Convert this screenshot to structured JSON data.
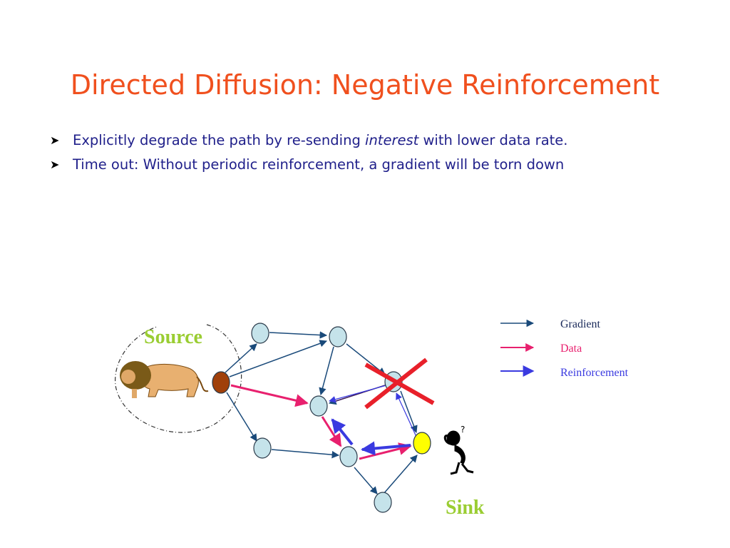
{
  "slide": {
    "title": "Directed Diffusion: Negative Reinforcement",
    "bullets": [
      {
        "prefix": "Explicitly degrade the path by re-sending ",
        "emphasis": "interest",
        "suffix": " with lower data rate."
      },
      {
        "prefix": "Time out: Without periodic reinforcement, a gradient will be torn down",
        "emphasis": "",
        "suffix": ""
      }
    ],
    "bullet_icon": "arrowhead-bullet-icon"
  },
  "diagram": {
    "source_label": "Source",
    "sink_label": "Sink",
    "label_color": "#9acd32",
    "legend": [
      {
        "key": "gradient",
        "label": "Gradient",
        "color": "#1a4a7a"
      },
      {
        "key": "data",
        "label": "Data",
        "color": "#e8206e"
      },
      {
        "key": "reinforcement",
        "label": "Reinforcement",
        "color": "#3a3ae0"
      }
    ],
    "colors": {
      "node_fill": "#c5e3ea",
      "source_node_fill": "#a0400a",
      "sink_node_fill": "#ffff00",
      "cross_mark": "#e8202a"
    },
    "icons": [
      "lion-icon",
      "thinking-person-icon",
      "cross-mark-icon"
    ]
  }
}
